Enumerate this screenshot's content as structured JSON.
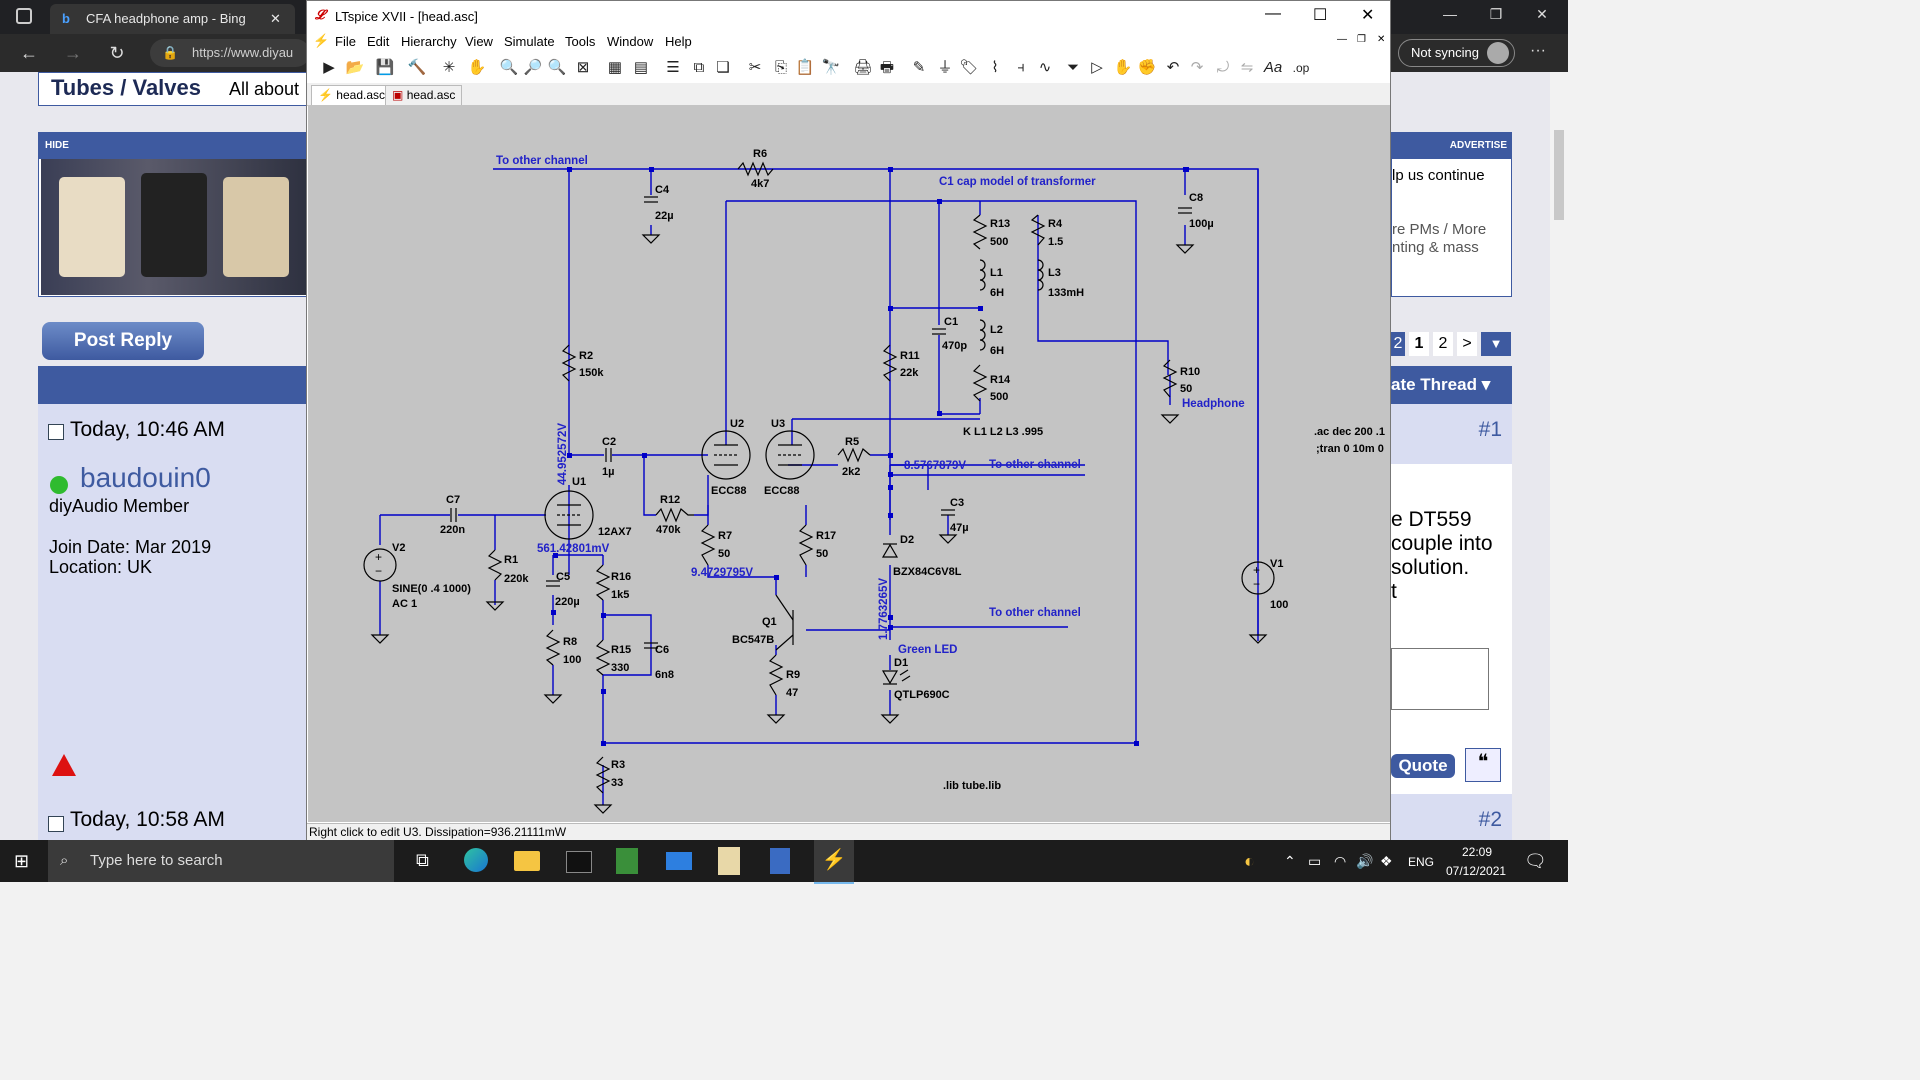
{
  "browser": {
    "tab1_title": "CFA headphone amp - Bing",
    "tab_close": "✕",
    "address": "https://www.diyau",
    "sync_label": "Not syncing",
    "more": "···"
  },
  "forum": {
    "section_title": "Tubes / Valves",
    "section_sub": "All about",
    "hide_label": "HIDE",
    "advertise_label": "ADVERTISE",
    "ad_text1": "lp us continue",
    "ad_text2": "re PMs / More",
    "ad_text3": "nting & mass",
    "post_reply": "Post Reply",
    "pagination": [
      "2",
      "1",
      "2",
      ">"
    ],
    "rate_thread": "ate Thread",
    "post1_time": "Today, 10:46 AM",
    "post1_num": "#1",
    "username": "baudouin0",
    "user_title": "diyAudio Member",
    "join_date": "Join Date: Mar 2019",
    "location": "Location: UK",
    "post_text": [
      "e DT559",
      "couple into",
      "solution.",
      "t"
    ],
    "quote_label": "Quote",
    "post2_time": "Today, 10:58 AM",
    "post2_num": "#2"
  },
  "lt": {
    "title": "LTspice XVII - [head.asc]",
    "menu": [
      "File",
      "Edit",
      "Hierarchy",
      "View",
      "Simulate",
      "Tools",
      "Window",
      "Help"
    ],
    "tabs": [
      "head.asc",
      "head.asc"
    ],
    "status": "Right click to edit U3.  Dissipation=936.21111mW"
  },
  "schematic": {
    "labels_black": {
      "R6": "R6",
      "R6v": "4k7",
      "C4": "C4",
      "C4v": "22µ",
      "C8": "C8",
      "C8v": "100µ",
      "R13": "R13",
      "R13v": "500",
      "R4": "R4",
      "R4v": "1.5",
      "L1": "L1",
      "L1v": "6H",
      "L3": "L3",
      "L3v": "133mH",
      "C1": "C1",
      "C1v": "470p",
      "L2": "L2",
      "L2v": "6H",
      "R2": "R2",
      "R2v": "150k",
      "R11": "R11",
      "R11v": "22k",
      "R14": "R14",
      "R14v": "500",
      "R10": "R10",
      "R10v": "50",
      "K": "K L1 L2 L3 .995",
      "U2": "U2",
      "U3": "U3",
      "C2": "C2",
      "C2v": "1µ",
      "R5": "R5",
      "R5v": "2k2",
      "ECC88a": "ECC88",
      "ECC88b": "ECC88",
      "U1": "U1",
      "C7": "C7",
      "C7v": "220n",
      "R12": "R12",
      "R12v": "470k",
      "12AX7": "12AX7",
      "C3": "C3",
      "C3v": "47µ",
      "V2": "V2",
      "R1": "R1",
      "R1v": "220k",
      "R7": "R7",
      "R7v": "50",
      "R17": "R17",
      "R17v": "50",
      "D2": "D2",
      "BZX": "BZX84C6V8L",
      "C5": "C5",
      "C5v": "220µ",
      "R16": "R16",
      "R16v": "1k5",
      "sine": "SINE(0 .4 1000)",
      "ac": "AC 1",
      "V1": "V1",
      "V1v": "100",
      "Q1": "Q1",
      "BC547B": "BC547B",
      "R8": "R8",
      "R8v": "100",
      "R15": "R15",
      "R15v": "330",
      "C6": "C6",
      "C6v": "6n8",
      "R9": "R9",
      "R9v": "47",
      "D1": "D1",
      "QTLP": "QTLP690C",
      "R3": "R3",
      "R3v": "33",
      "lib": ".lib tube.lib"
    },
    "labels_blue": {
      "other1": "To other channel",
      "c1model": "C1 cap model of transformer",
      "headphone": "Headphone",
      "v_8576": "8.5767879V",
      "other2": "To other channel",
      "other3": "To other channel",
      "v_561": "561.42801mV",
      "v_9472": "9.4729795V",
      "greenled": "Green LED",
      "v_4495": "44.952572V",
      "v_1776": "1.7763265V"
    },
    "directive": [
      ".ac dec 200 .1",
      ";tran 0 10m 0"
    ]
  },
  "taskbar": {
    "search": "Type here to search",
    "lang": "ENG",
    "time": "22:09",
    "date": "07/12/2021"
  },
  "colors": {
    "wire": "#0000c8",
    "schematic_bg": "#c4c4c4",
    "forum_blue": "#3e5aa0",
    "net_label": "#2222c8"
  }
}
